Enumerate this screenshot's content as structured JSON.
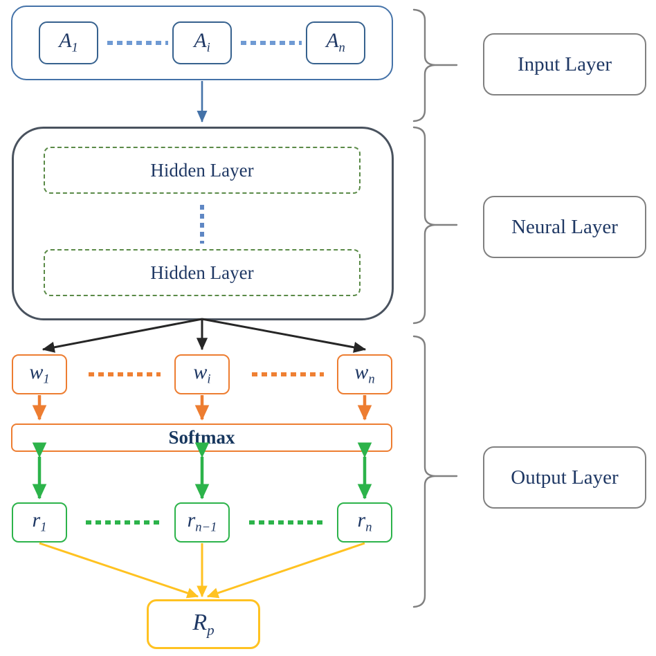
{
  "diagram": {
    "title": "Neural network architecture diagram",
    "background": "#ffffff"
  },
  "colors": {
    "input_border": "#4472a8",
    "input_node_border": "#36618e",
    "neural_border": "#49525e",
    "hidden_border": "#5a8a47",
    "weight_border": "#ed7d31",
    "softmax_border": "#ed7d31",
    "result_border": "#2cb34a",
    "final_border": "#ffc221",
    "brace": "#808080",
    "label_border": "#808080",
    "text": "#1f3864",
    "arrow_black": "#262626",
    "dots_blue": "#6f9ad3",
    "dots_orange": "#ef8033",
    "dots_green": "#2cb34a"
  },
  "input_layer": {
    "nodes": [
      {
        "symbol": "A",
        "subscript": "1"
      },
      {
        "symbol": "A",
        "subscript": "i"
      },
      {
        "symbol": "A",
        "subscript": "n"
      }
    ],
    "connector_style": "dotted"
  },
  "neural_layer": {
    "hidden_boxes": [
      {
        "label": "Hidden Layer"
      },
      {
        "label": "Hidden Layer"
      }
    ],
    "ellipsis": "vertical-dotted"
  },
  "output_layer": {
    "weights": [
      {
        "symbol": "w",
        "subscript": "1"
      },
      {
        "symbol": "w",
        "subscript": "i"
      },
      {
        "symbol": "w",
        "subscript": "n"
      }
    ],
    "softmax_label": "Softmax",
    "results": [
      {
        "symbol": "r",
        "subscript": "1"
      },
      {
        "symbol": "r",
        "subscript": "n−1"
      },
      {
        "symbol": "r",
        "subscript": "n"
      }
    ],
    "final": {
      "symbol": "R",
      "subscript": "p"
    }
  },
  "side_labels": [
    {
      "label": "Input Layer"
    },
    {
      "label": "Neural Layer"
    },
    {
      "label": "Output Layer"
    }
  ]
}
